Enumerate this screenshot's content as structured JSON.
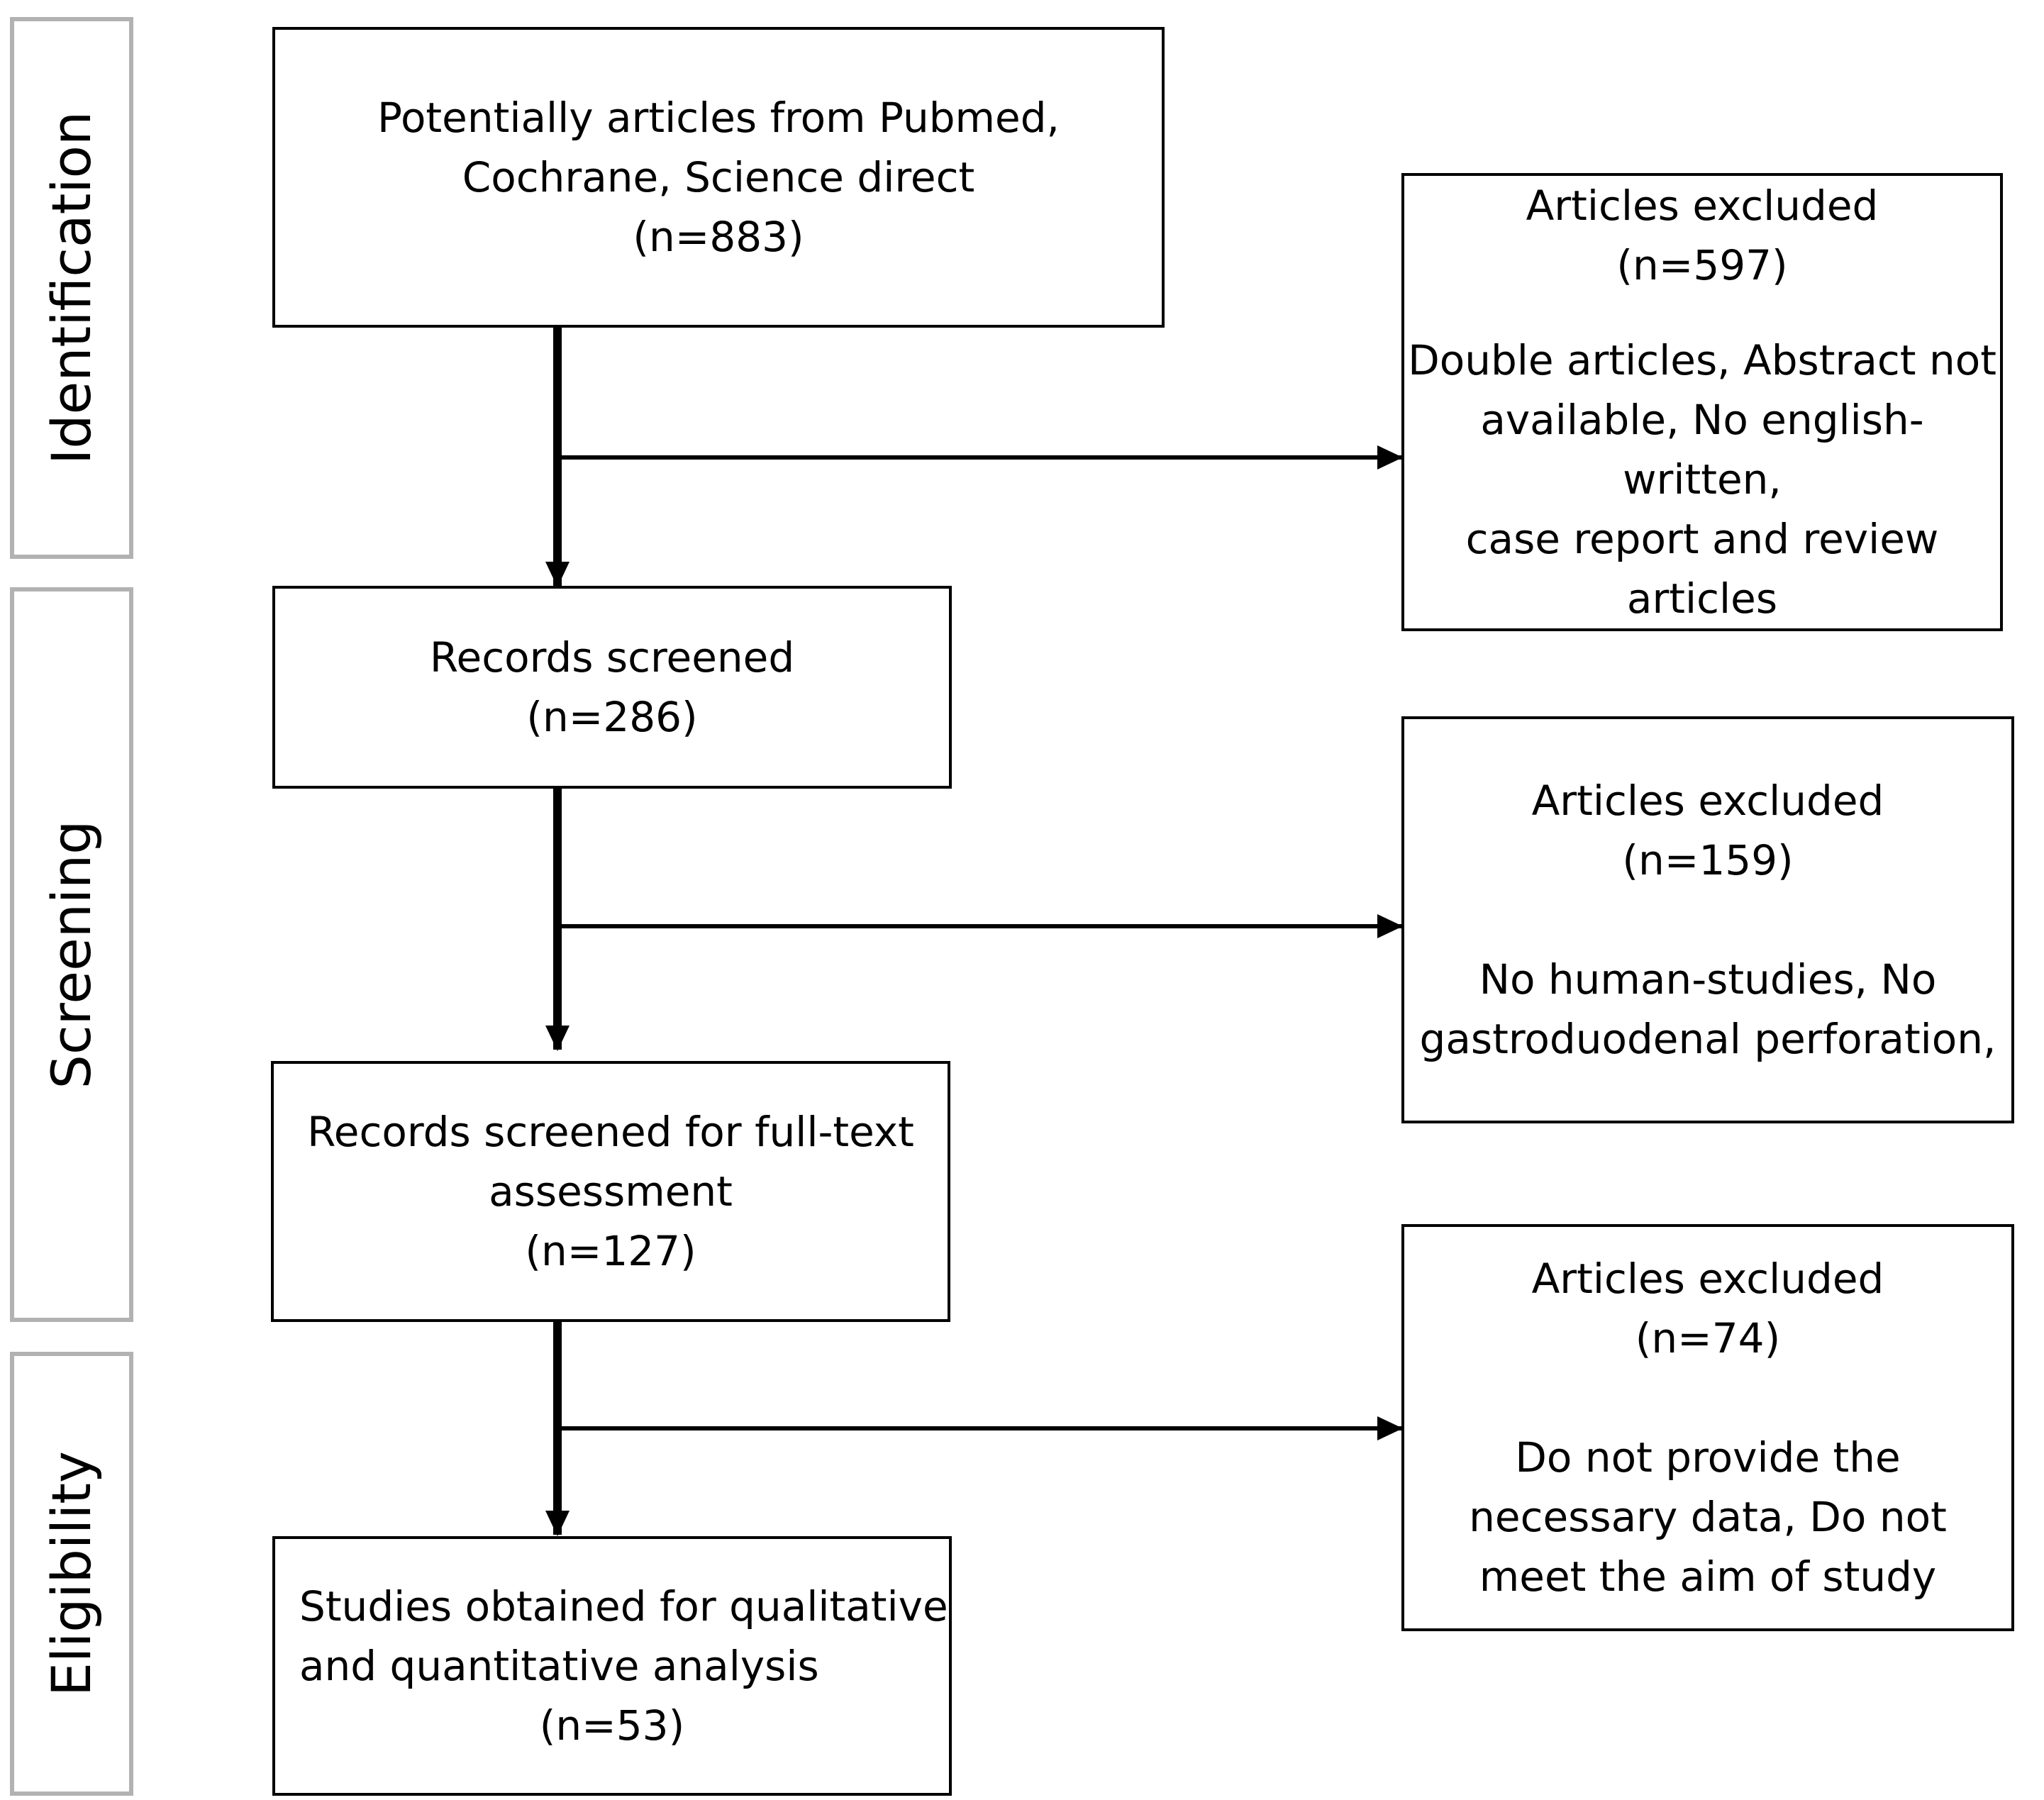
{
  "phases": [
    {
      "label": "Identification"
    },
    {
      "label": "Screening"
    },
    {
      "label": "Eligibility"
    }
  ],
  "boxes": {
    "potential": {
      "line1": "Potentially articles from Pubmed,",
      "line2": "Cochrane, Science direct",
      "count": "(n=883)"
    },
    "screened": {
      "line1": "Records screened",
      "count": "(n=286)"
    },
    "fulltext": {
      "line1": "Records screened for full-text",
      "line2": "assessment",
      "count": "(n=127)"
    },
    "included": {
      "line1": "Studies obtained for qualitative",
      "line2": "and quantitative analysis",
      "count": "(n=53)"
    }
  },
  "exclusions": [
    {
      "title": "Articles excluded",
      "count": "(n=597)",
      "reasons": [
        "Double articles, Abstract not",
        "available, No english-written,",
        "case report and review",
        "articles"
      ]
    },
    {
      "title": "Articles excluded",
      "count": "(n=159)",
      "reasons": [
        "No human-studies, No",
        "gastroduodenal perforation,"
      ]
    },
    {
      "title": "Articles excluded",
      "count": "(n=74)",
      "reasons": [
        "Do not provide the",
        "necessary data, Do not",
        "meet the aim of study"
      ]
    }
  ]
}
